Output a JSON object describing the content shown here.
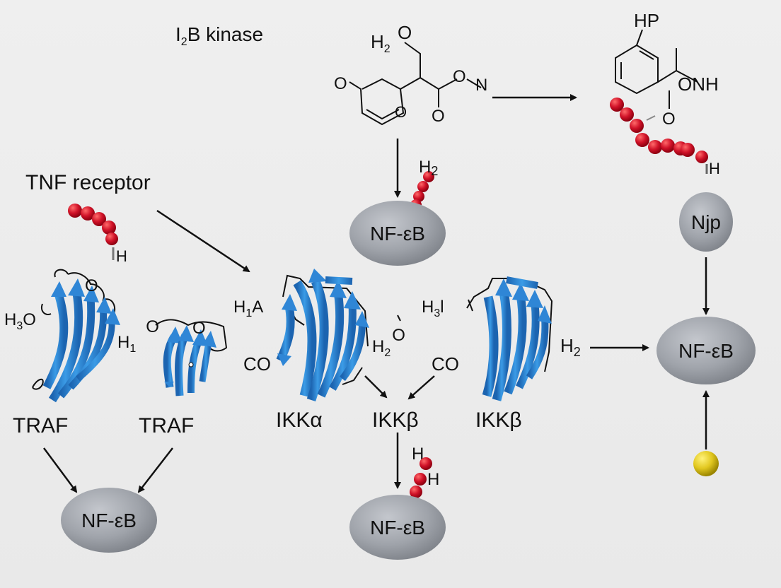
{
  "labels": {
    "ikb_kinase_main": "I",
    "ikb_kinase_sub": "2",
    "ikb_kinase_rest": "B kinase",
    "tnf_receptor": "TNF receptor",
    "traf_left": "TRAF",
    "traf_right": "TRAF",
    "ikk_alpha": "IKKα",
    "ikk_beta_center": "IKKβ",
    "ikk_beta_right": "IKKβ"
  },
  "nodes": {
    "nfkb_top": "NF-εB",
    "nfkb_bottom_left": "NF-εB",
    "nfkb_bottom_center": "NF-εB",
    "nfkb_right": "NF-εB",
    "njp": "Njp"
  },
  "chem": {
    "h2o_top_main": "H",
    "h2o_top_sub": "2",
    "oxygen_top": "O",
    "o_left": "O",
    "o_ring": "O",
    "o_ester": "O",
    "o_n": "O",
    "n_label": "N",
    "hp": "HP",
    "onh": "ONH",
    "o_right_bottom": "O",
    "h_chain_right": "H",
    "h2_above_nfkb_main": "H",
    "h2_above_nfkb_sub": "2",
    "h_tnf": "H",
    "h3o_main": "H",
    "h3o_sub": "3",
    "h3o_o": "O",
    "h1o_main": "H",
    "h1o_sub": "1",
    "h1o_o": "O",
    "h1a_main": "H",
    "h1a_sub": "1",
    "h1a_a": "A",
    "co_left": "CO",
    "h2o_center_main": "H",
    "h2o_center_sub": "2",
    "h2o_center_o": "O",
    "co_right": "CO",
    "h3_main": "H",
    "h3_sub": "3",
    "h3_tail": "l",
    "h2_right_main": "H",
    "h2_right_sub": "2",
    "h_bottom_1": "H",
    "h_bottom_2": "H"
  },
  "colors": {
    "node_fill": "#9a9ea6",
    "strand_blue": "#2f86d6",
    "bead_red": "#d01228",
    "bead_yellow": "#e2c820",
    "arrow": "#111111"
  }
}
